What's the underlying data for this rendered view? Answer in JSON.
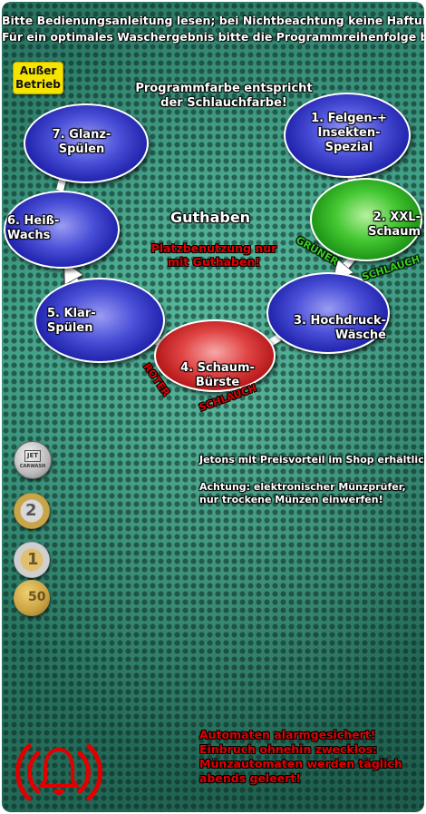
{
  "header": {
    "line1": "Bitte Bedienungsanleitung lesen; bei Nichtbeachtung keine Haftung!",
    "line2": "Für ein optimales Waschergebnis bitte die Programmreihenfolge beachten!"
  },
  "status_badge": {
    "line1": "Außer",
    "line2": "Betrieb",
    "color": "#f5e400"
  },
  "color_note": {
    "line1": "Programmfarbe entspricht",
    "line2": "der Schlauchfarbe!"
  },
  "center": {
    "title": "Guthaben",
    "warning_line1": "Platzbenutzung nur",
    "warning_line2": "mit Guthaben!"
  },
  "programs": [
    {
      "label": "1. Felgen-+\nInsekten-\nSpezial",
      "color": "blue"
    },
    {
      "label": "2. XXL-\nSchaum",
      "color": "green"
    },
    {
      "label": "3. Hochdruck-\nWäsche",
      "color": "blue"
    },
    {
      "label": "4. Schaum-\nBürste",
      "color": "red"
    },
    {
      "label": "5. Klar-\nSpülen",
      "color": "blue"
    },
    {
      "label": "6. Heiß-\nWachs",
      "color": "blue"
    },
    {
      "label": "7. Glanz-\nSpülen",
      "color": "blue"
    }
  ],
  "hose_labels": {
    "green_1": "GRÜNER",
    "green_2": "SCHLAUCH",
    "red_1": "ROTER",
    "red_2": "SCHLAUCH"
  },
  "info": {
    "jetons": "Jetons mit Preisvorteil im Shop erhältlich",
    "coin_line1": "Achtung: elektronischer Münzprüfer,",
    "coin_line2": "nur trockene Münzen einwerfen!"
  },
  "coins": [
    {
      "icon": "jeton-coin-icon",
      "text": "CARWASH"
    },
    {
      "icon": "euro-2-coin-icon",
      "text": "2"
    },
    {
      "icon": "euro-1-coin-icon",
      "text": "1"
    },
    {
      "icon": "cent-50-coin-icon",
      "text": "50"
    }
  ],
  "alarm": {
    "line1": "Automaten alarmgesichert!",
    "line2": "Einbruch ohnehin zwecklos:",
    "line3": "Münzautomaten werden täglich",
    "line4": "abends geleert!",
    "icon": "alarm-bell-icon",
    "color": "#e00000"
  }
}
